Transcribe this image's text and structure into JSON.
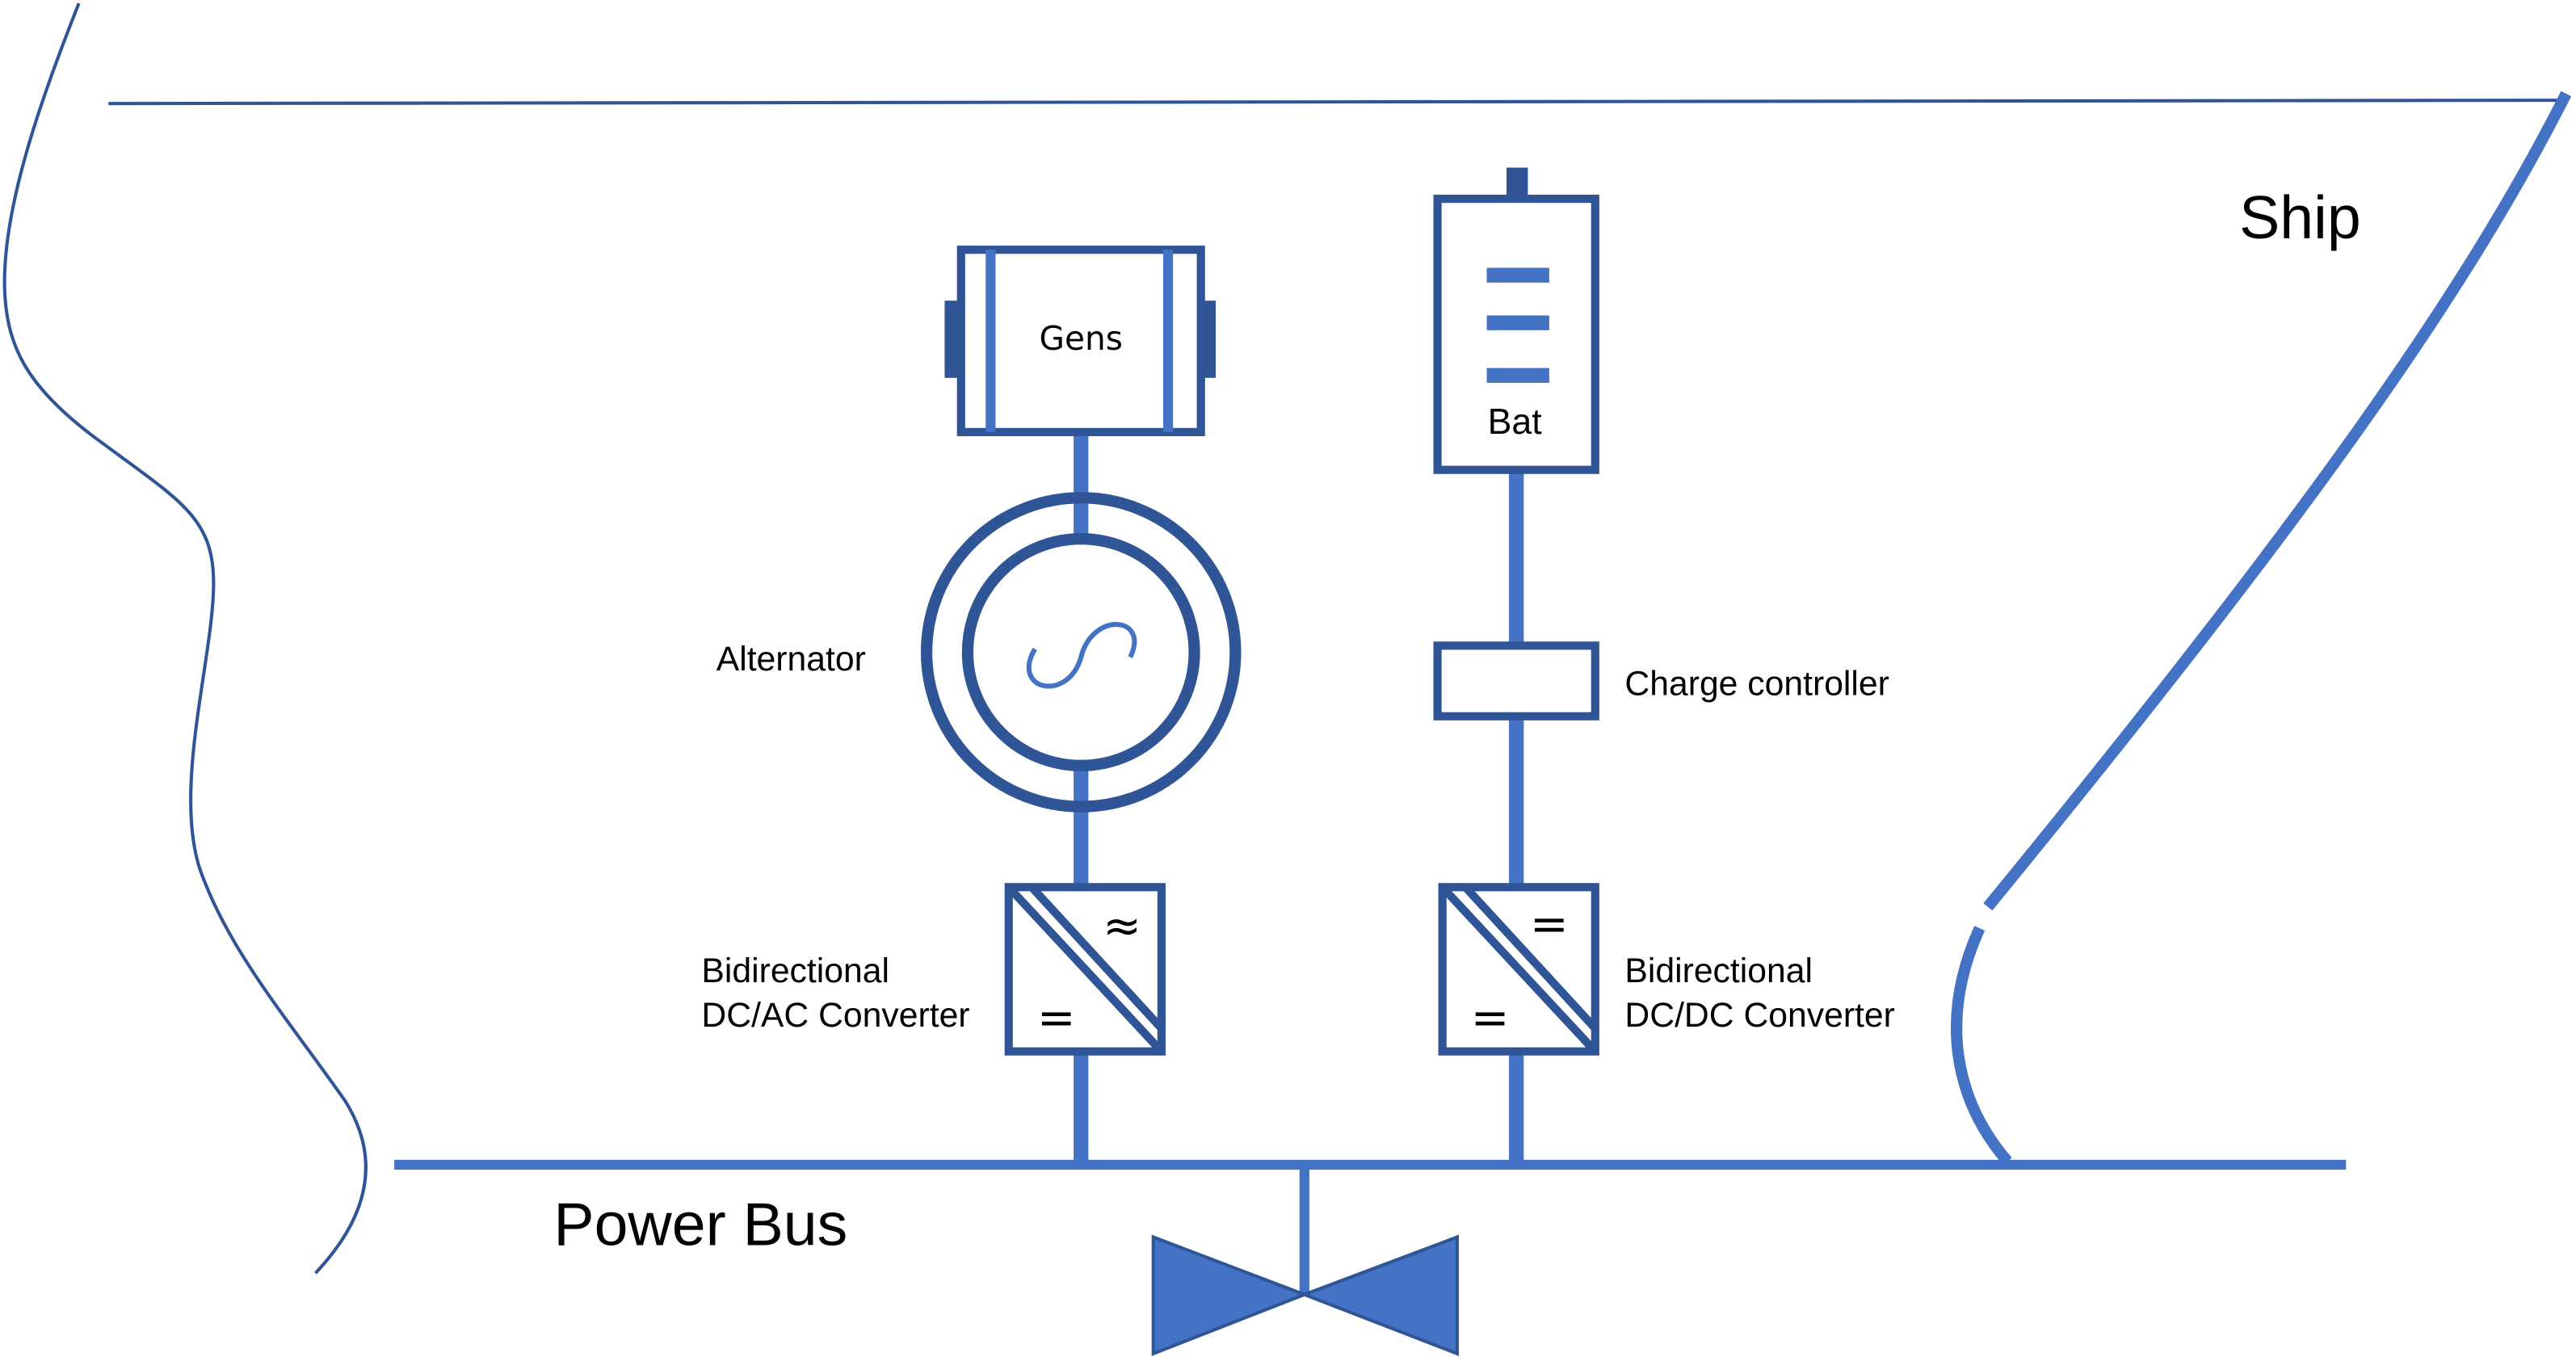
{
  "labels": {
    "ship": "Ship",
    "gens": "Gens",
    "bat": "Bat",
    "alternator": "Alternator",
    "charge_controller": "Charge controller",
    "dcac_line1": "Bidirectional",
    "dcac_line2": "DC/AC Converter",
    "dcdc_line1": "Bidirectional",
    "dcdc_line2": "DC/DC Converter",
    "power_bus": "Power Bus"
  },
  "symbols": {
    "ac": "≈",
    "dc": "="
  },
  "colors": {
    "light_blue": "#4472C4",
    "dark_blue": "#2F5597",
    "text": "#000000",
    "background": "#FFFFFF"
  }
}
